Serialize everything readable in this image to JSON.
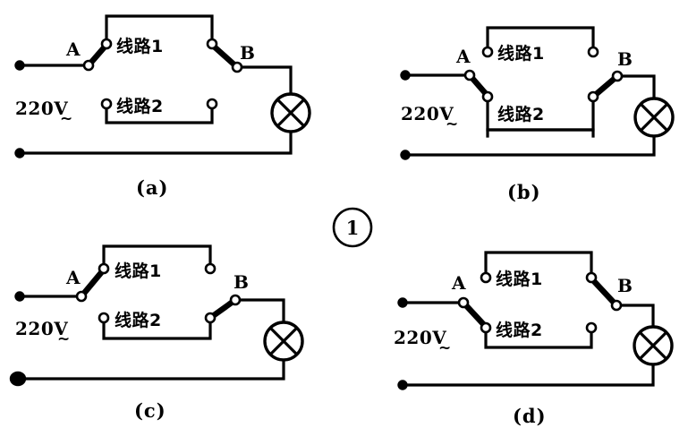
{
  "figure": {
    "title": "Two-way switch lighting circuit multiple-choice figure",
    "marker_number": "1",
    "ink_color": "#000000",
    "background_color": "#ffffff"
  },
  "common_labels": {
    "line1": "线路1",
    "line2": "线路2",
    "switch_a": "A",
    "switch_b": "B",
    "voltage": "220V",
    "ac_symbol": "~"
  },
  "panels": [
    {
      "id": "a",
      "caption": "(a)",
      "voltage": "220V",
      "ac_symbol": "~",
      "switch_a_label": "A",
      "switch_b_label": "B",
      "line1_label": "线路1",
      "line2_label": "线路2",
      "switch_a_position": "line1",
      "switch_b_position": "line1",
      "lamp": "lamp-cross-circle",
      "left_terminal_top": "open-circle",
      "left_terminal_bottom": "open-circle"
    },
    {
      "id": "b",
      "caption": "(b)",
      "voltage": "220V",
      "ac_symbol": "~",
      "switch_a_label": "A",
      "switch_b_label": "B",
      "line1_label": "线路1",
      "line2_label": "线路2",
      "switch_a_position": "line2",
      "switch_b_position": "line2",
      "lamp": "lamp-cross-circle",
      "left_terminal_top": "open-circle",
      "left_terminal_bottom": "open-circle"
    },
    {
      "id": "c",
      "caption": "(c)",
      "voltage": "220V",
      "ac_symbol": "~",
      "switch_a_label": "A",
      "switch_b_label": "B",
      "line1_label": "线路1",
      "line2_label": "线路2",
      "switch_a_position": "line1",
      "switch_b_position": "line2",
      "lamp": "lamp-cross-circle",
      "left_terminal_top": "open-circle",
      "left_terminal_bottom": "filled-circle"
    },
    {
      "id": "d",
      "caption": "(d)",
      "voltage": "220V",
      "ac_symbol": "~",
      "switch_a_label": "A",
      "switch_b_label": "B",
      "line1_label": "线路1",
      "line2_label": "线路2",
      "switch_a_position": "line2",
      "switch_b_position": "line1",
      "lamp": "lamp-cross-circle",
      "left_terminal_top": "open-circle",
      "left_terminal_bottom": "open-circle"
    }
  ]
}
